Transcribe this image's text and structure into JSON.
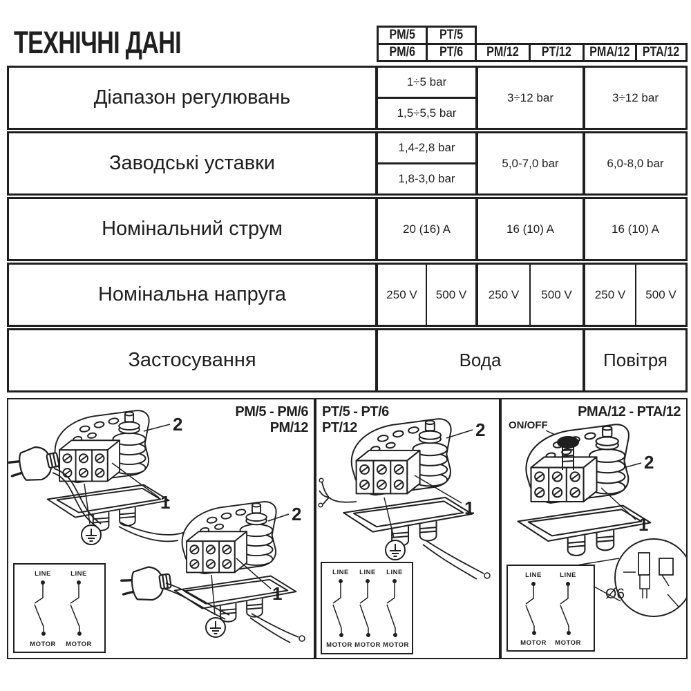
{
  "title": "ТЕХНІЧНІ ДАНІ",
  "table": {
    "header": {
      "pm5": "PM/5",
      "pt5": "PT/5",
      "pm6": "PM/6",
      "pt6": "PT/6",
      "pm12": "PM/12",
      "pt12": "PT/12",
      "pma12": "PMA/12",
      "pta12": "PTA/12"
    },
    "rows": {
      "range": {
        "label": "Діапазон регулювань",
        "group1_top": "1÷5 bar",
        "group1_bottom": "1,5÷5,5 bar",
        "group2": "3÷12 bar",
        "group3": "3÷12 bar"
      },
      "factory": {
        "label": "Заводські уставки",
        "group1_top": "1,4-2,8 bar",
        "group1_bottom": "1,8-3,0 bar",
        "group2": "5,0-7,0 bar",
        "group3": "6,0-8,0 bar"
      },
      "current": {
        "label": "Номінальний струм",
        "group1": "20 (16) A",
        "group2": "16 (10) A",
        "group3": "16 (10) A"
      },
      "voltage": {
        "label": "Номінальна напруга",
        "values": [
          "250 V",
          "500 V",
          "250 V",
          "500 V",
          "250 V",
          "500 V"
        ]
      },
      "application": {
        "label": "Застосування",
        "water": "Вода",
        "air": "Повітря"
      }
    }
  },
  "panels": [
    {
      "title_line1": "PM/5 - PM/6",
      "title_line2": "PM/12"
    },
    {
      "title_line1": "PT/5 - PT/6",
      "title_line2": "PT/12"
    },
    {
      "title": "PMA/12 - PTA/12",
      "on_off": "ON/OFF",
      "diameter": "Ø6"
    }
  ],
  "labels": {
    "part_spring": "2",
    "part_contacts": "1",
    "line": "LINE",
    "motor": "MOTOR"
  }
}
